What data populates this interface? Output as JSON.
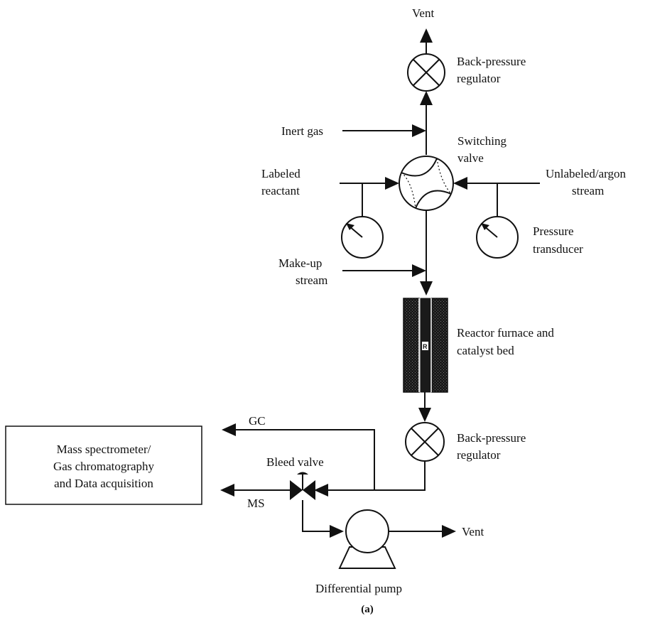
{
  "labels": {
    "vent_top": "Vent",
    "bpr_top_1": "Back-pressure",
    "bpr_top_2": "regulator",
    "inert_gas": "Inert gas",
    "switching_1": "Switching",
    "switching_2": "valve",
    "labeled_1": "Labeled",
    "labeled_2": "reactant",
    "unlabeled_1": "Unlabeled/argon",
    "unlabeled_2": "stream",
    "pressure_1": "Pressure",
    "pressure_2": "transducer",
    "makeup_1": "Make-up",
    "makeup_2": "stream",
    "reactor_1": "Reactor furnace and",
    "reactor_2": "catalyst bed",
    "reactor_mark": "R",
    "bpr_bot_1": "Back-pressure",
    "bpr_bot_2": "regulator",
    "gc": "GC",
    "ms": "MS",
    "bleed_valve": "Bleed valve",
    "vent_bottom": "Vent",
    "pump": "Differential pump",
    "box_1": "Mass spectrometer/",
    "box_2": "Gas chromatography",
    "box_3": "and Data acquisition",
    "caption": "(a)"
  }
}
